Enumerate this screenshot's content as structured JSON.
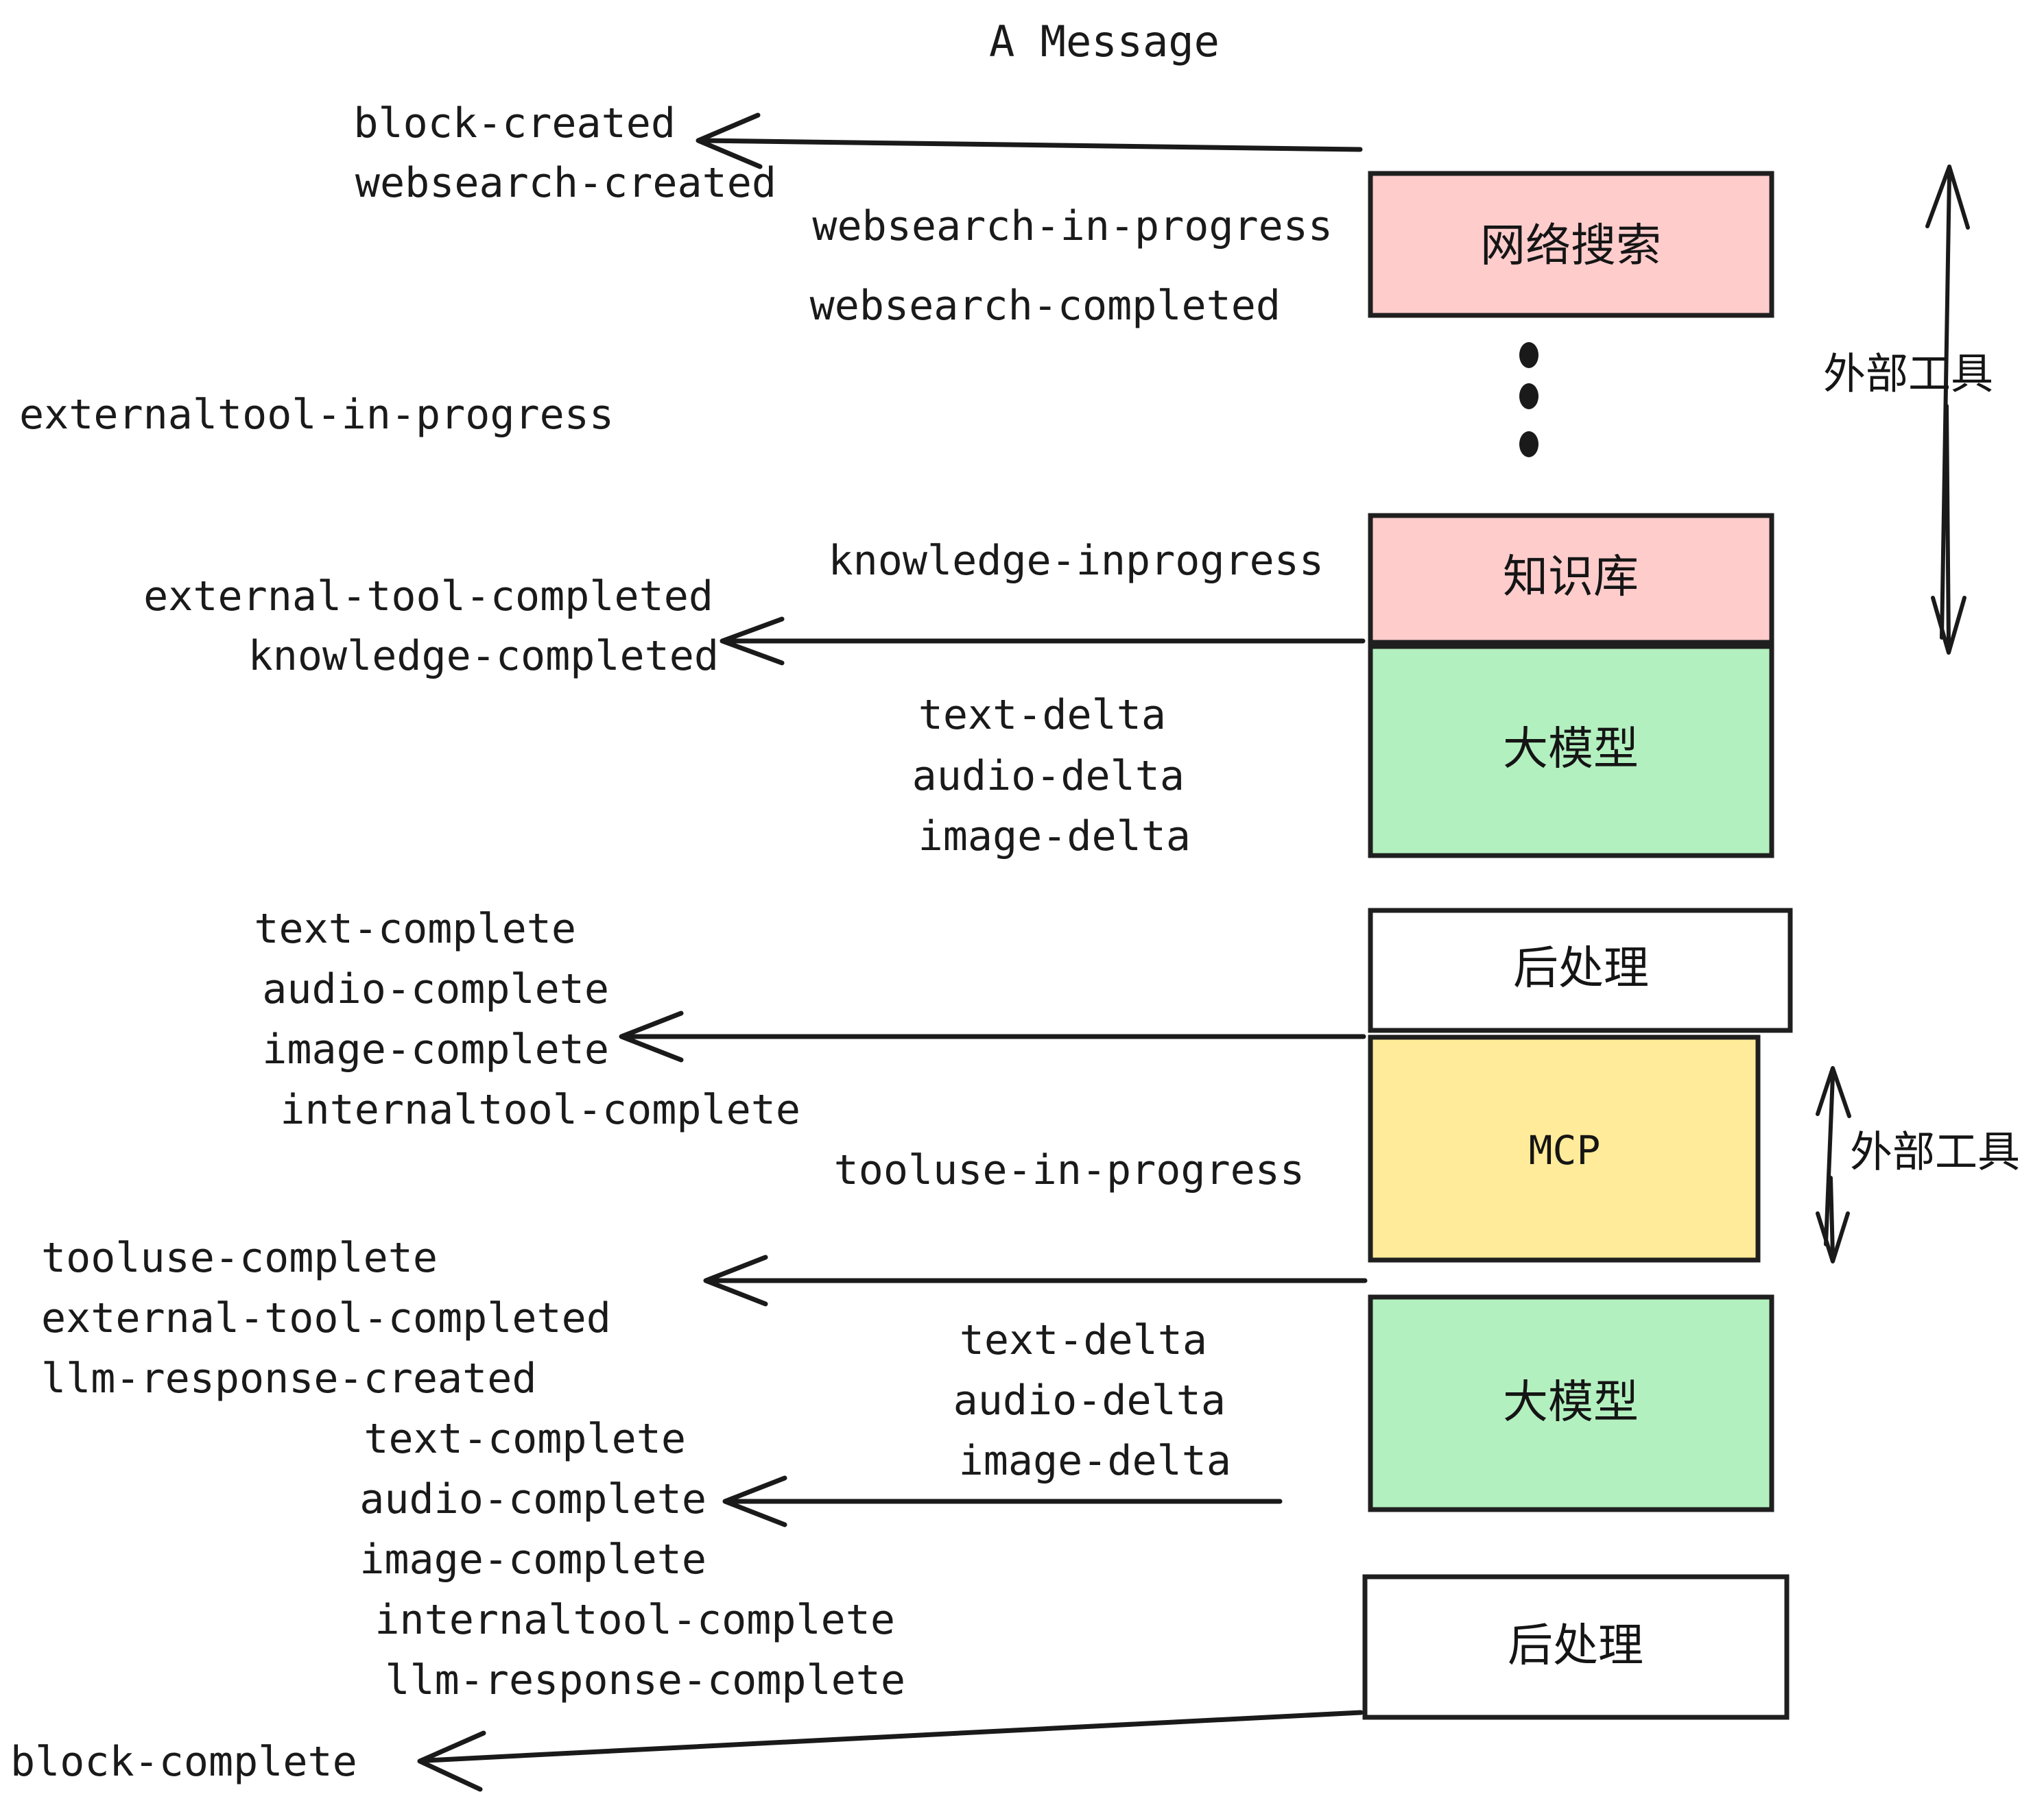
{
  "title": "A Message",
  "colors": {
    "pink": "#ffcccc",
    "green": "#b3f0bf",
    "yellow": "#ffeb99",
    "white": "#ffffff",
    "stroke": "#1f1f1f",
    "text": "#1a1a1a"
  },
  "nodes": [
    {
      "id": "websearch",
      "label": "网络搜索",
      "fill": "#ffcccc",
      "kind": "cjk"
    },
    {
      "id": "knowledge",
      "label": "知识库",
      "fill": "#ffcccc",
      "kind": "cjk"
    },
    {
      "id": "llm-upper",
      "label": "大模型",
      "fill": "#b3f0bf",
      "kind": "cjk"
    },
    {
      "id": "postproc-upper",
      "label": "后处理",
      "fill": "#ffffff",
      "kind": "cjk"
    },
    {
      "id": "mcp",
      "label": "MCP",
      "fill": "#ffeb99",
      "kind": "mono"
    },
    {
      "id": "llm-lower",
      "label": "大模型",
      "fill": "#b3f0bf",
      "kind": "cjk"
    },
    {
      "id": "postproc-lower",
      "label": "后处理",
      "fill": "#ffffff",
      "kind": "cjk"
    }
  ],
  "group_labels": [
    {
      "id": "external-tools-upper",
      "label": "外部工具"
    },
    {
      "id": "external-tools-lower",
      "label": "外部工具"
    }
  ],
  "events": {
    "block_created": "block-created",
    "websearch_created": "websearch-created",
    "websearch_in_progress": "websearch-in-progress",
    "websearch_completed": "websearch-completed",
    "externaltool_in_progress": "externaltool-in-progress",
    "knowledge_inprogress": "knowledge-inprogress",
    "external_tool_completed_1": "external-tool-completed",
    "knowledge_completed": "knowledge-completed",
    "text_delta_1": "text-delta",
    "audio_delta_1": "audio-delta",
    "image_delta_1": "image-delta",
    "text_complete_1": "text-complete",
    "audio_complete_1": "audio-complete",
    "image_complete_1": "image-complete",
    "internaltool_complete_1": "internaltool-complete",
    "tooluse_in_progress": "tooluse-in-progress",
    "tooluse_complete": "tooluse-complete",
    "external_tool_completed_2": "external-tool-completed",
    "llm_response_created": "llm-response-created",
    "text_delta_2": "text-delta",
    "audio_delta_2": "audio-delta",
    "image_delta_2": "image-delta",
    "text_complete_2": "text-complete",
    "audio_complete_2": "audio-complete",
    "image_complete_2": "image-complete",
    "internaltool_complete_2": "internaltool-complete",
    "llm_response_complete": "llm-response-complete",
    "block_complete": "block-complete"
  }
}
